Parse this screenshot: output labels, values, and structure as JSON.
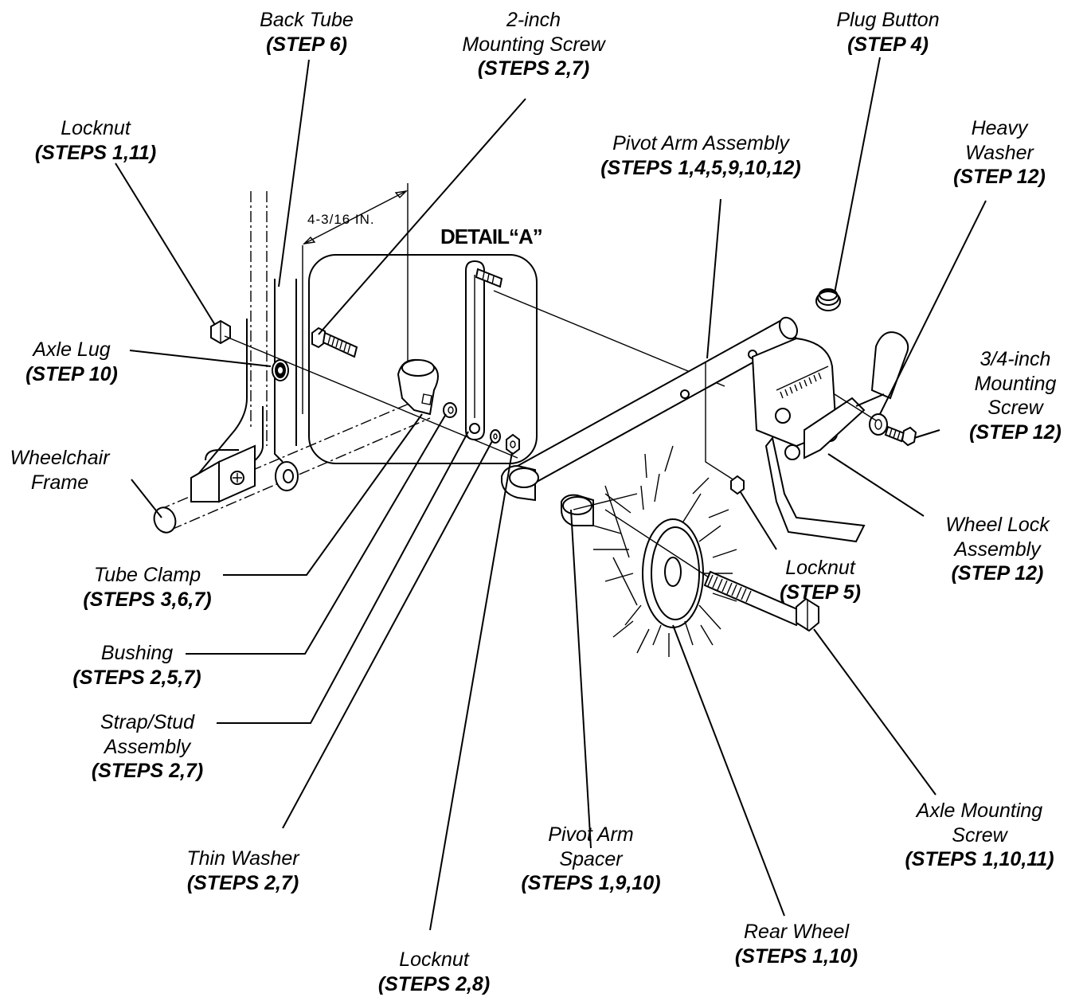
{
  "labels": {
    "back_tube": {
      "name": "Back Tube",
      "step": "(STEP 6)"
    },
    "mounting_screw_2in": {
      "name": "2-inch",
      "name2": "Mounting Screw",
      "step": "(STEPS 2,7)"
    },
    "plug_button": {
      "name": "Plug Button",
      "step": "(STEP 4)"
    },
    "heavy_washer": {
      "name": "Heavy",
      "name2": "Washer",
      "step": "(STEP 12)"
    },
    "pivot_arm_assembly": {
      "name": "Pivot Arm Assembly",
      "step": "(STEPS 1,4,5,9,10,12)"
    },
    "locknut_top": {
      "name": "Locknut",
      "step": "(STEPS 1,11)"
    },
    "axle_lug": {
      "name": "Axle Lug",
      "step": "(STEP 10)"
    },
    "wheelchair_frame": {
      "name": "Wheelchair",
      "name2": "Frame"
    },
    "mounting_screw_34": {
      "name": "3/4-inch",
      "name2": "Mounting",
      "name3": "Screw",
      "step": "(STEP 12)"
    },
    "wheel_lock_assembly": {
      "name": "Wheel Lock",
      "name2": "Assembly",
      "step": "(STEP 12)"
    },
    "locknut_step5": {
      "name": "Locknut",
      "step": "(STEP 5)"
    },
    "tube_clamp": {
      "name": "Tube Clamp",
      "step": "(STEPS 3,6,7)"
    },
    "bushing": {
      "name": "Bushing",
      "step": "(STEPS 2,5,7)"
    },
    "strap_stud": {
      "name": "Strap/Stud",
      "name2": "Assembly",
      "step": "(STEPS 2,7)"
    },
    "axle_mounting_screw": {
      "name": "Axle Mounting",
      "name2": "Screw",
      "step": "(STEPS 1,10,11)"
    },
    "thin_washer": {
      "name": "Thin Washer",
      "step": "(STEPS 2,7)"
    },
    "pivot_arm_spacer": {
      "name": "Pivot Arm",
      "name2": "Spacer",
      "step": "(STEPS 1,9,10)"
    },
    "rear_wheel": {
      "name": "Rear Wheel",
      "step": "(STEPS 1,10)"
    },
    "locknut_bottom": {
      "name": "Locknut",
      "step": "(STEPS 2,8)"
    }
  },
  "dimension": "4-3/16 IN.",
  "detail_title": "DETAIL“A”"
}
